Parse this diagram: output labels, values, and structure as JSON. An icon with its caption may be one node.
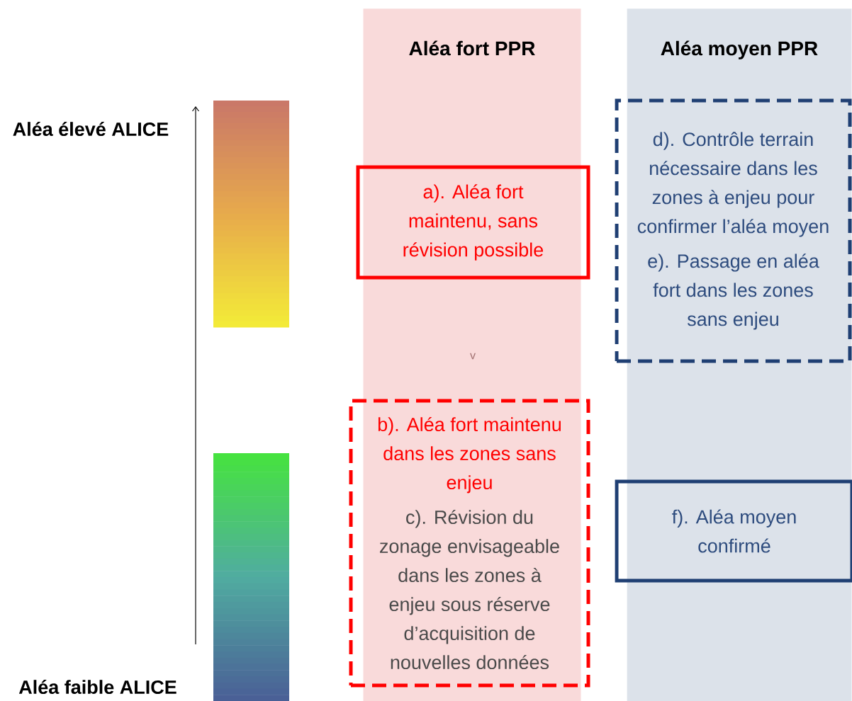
{
  "diagram": {
    "nodes": [
      {
        "text": [
          "Aléa fort PPR"
        ]
      },
      {
        "text": [
          "Aléa moyen PPR"
        ]
      },
      {
        "text": [
          "a). Aléa fort maintenu, sans révision possible"
        ],
        "in": 0
      },
      {
        "text": [
          "b). Aléa fort maintenu dans les zones sans enjeu",
          "c). Révision du zonage envisageable dans les zones à enjeu sous réserve d’acquisition de nouvelles données"
        ]
      },
      {
        "text": [
          "d). Contrôle terrain nécessaire dans les zones à enjeu pour confirmer l’aléa moyen",
          "e). Passage en aléa fort dans les zones sans enjeu"
        ],
        "in": 1
      },
      {
        "text": [
          "f). Aléa moyen confirmé"
        ],
        "in": 1
      }
    ],
    "labels": [
      "Aléa élevé ALICE",
      "v",
      "Aléa faible ALICE"
    ]
  }
}
